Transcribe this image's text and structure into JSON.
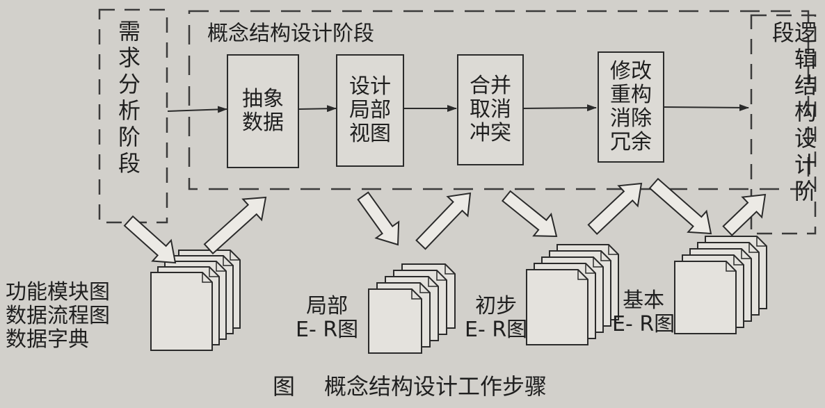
{
  "stage_title": "概念结构设计阶段",
  "left_stage": "需求分析阶段",
  "right_stage": "逻辑结构设计阶段",
  "steps": [
    {
      "label": "抽象\n数据"
    },
    {
      "label": "设计\n局部\n视图"
    },
    {
      "label": "合并\n取消\n冲突"
    },
    {
      "label": "修改\n重构\n消除\n冗余"
    }
  ],
  "docs": [
    {
      "lines": [
        "功能模块图",
        "数据流程图",
        "数据字典"
      ]
    },
    {
      "lines": [
        "局部",
        "E- R图"
      ]
    },
    {
      "lines": [
        "初步",
        "E- R图"
      ]
    },
    {
      "lines": [
        "基本",
        "E- R图"
      ]
    }
  ],
  "caption": {
    "prefix": "图",
    "text": "概念结构设计工作步骤"
  }
}
